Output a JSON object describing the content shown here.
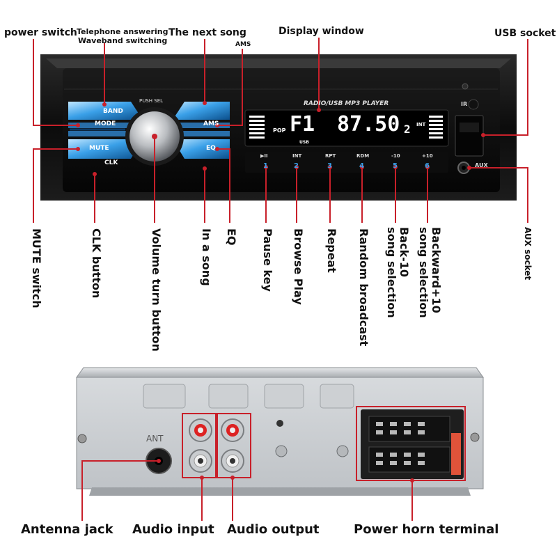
{
  "front_labels": {
    "power_switch": "power switch",
    "telephone_answering": "Telephone answering",
    "waveband_switching": "Waveband switching",
    "next_song": "The next song",
    "ams": "AMS",
    "display_window": "Display window",
    "usb_socket": "USB socket",
    "mute_switch": "MUTE switch",
    "clk_button": "CLK button",
    "volume_turn_button": "Volume turn button",
    "in_a_song": "In a song",
    "eq": "EQ",
    "pause_key": "Pause key",
    "browse_play": "Browse Play",
    "repeat": "Repeat",
    "random_broadcast": "Random broadcast",
    "back10_line1": "Back-10",
    "back10_line2": "song selection",
    "backward10_line1": "Backward+10",
    "backward10_line2": "song selection",
    "aux_socket": "AUX socket"
  },
  "unit": {
    "push_sel": "PUSH SEL",
    "band": "BAND",
    "mode": "MODE",
    "ams": "AMS",
    "mute": "MUTE",
    "eq": "EQ",
    "clk": "CLK",
    "player_title": "RADIO/USB MP3 PLAYER",
    "ir": "IR",
    "aux": "AUX",
    "display_band": "F1",
    "display_freq": "87.50",
    "display_suffix": "2",
    "pop": "POP",
    "int_tag": "INT",
    "usb_tag": "USB",
    "keys": [
      {
        "top": "▶II",
        "num": "1"
      },
      {
        "top": "INT",
        "num": "2"
      },
      {
        "top": "RPT",
        "num": "3"
      },
      {
        "top": "RDM",
        "num": "4"
      },
      {
        "top": "-10",
        "num": "5"
      },
      {
        "top": "+10",
        "num": "6"
      }
    ]
  },
  "back_labels": {
    "antenna_jack": "Antenna jack",
    "audio_input": "Audio input",
    "audio_output": "Audio output",
    "power_horn_terminal": "Power horn terminal",
    "ant": "ANT"
  },
  "colors": {
    "callout": "#c8202a",
    "button_glow": "#3aa0e8",
    "display_text": "#ffffff",
    "body": "#111111"
  }
}
